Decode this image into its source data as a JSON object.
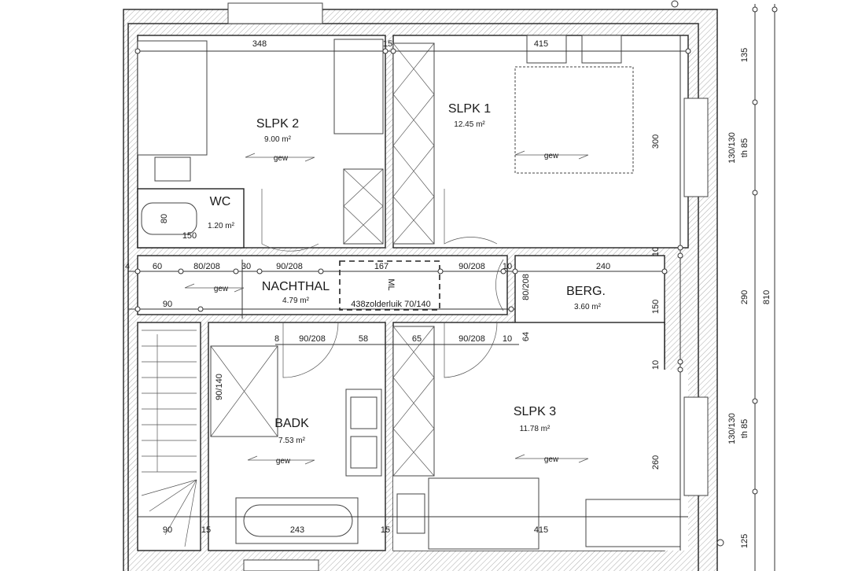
{
  "title": "Floor plan - upper floor",
  "rooms": {
    "slpk2": {
      "name": "SLPK 2",
      "area": "9.00 m²"
    },
    "slpk1": {
      "name": "SLPK 1",
      "area": "12.45 m²"
    },
    "wc": {
      "name": "WC",
      "area": "1.20 m²"
    },
    "nachthal": {
      "name": "NACHTHAL",
      "area": "4.79 m²"
    },
    "berg": {
      "name": "BERG.",
      "area": "3.60 m²"
    },
    "badk": {
      "name": "BADK",
      "area": "7.53 m²"
    },
    "slpk3": {
      "name": "SLPK 3",
      "area": "11.78 m²"
    }
  },
  "floor_label": "gew",
  "hatch_label": "438zolderluik 70/140",
  "ml_label": "ML",
  "dimensions": {
    "top": [
      "348",
      "15",
      "415"
    ],
    "hall_top": [
      "4",
      "60",
      "80/208",
      "30",
      "90/208",
      "167",
      "90/208",
      "10",
      "240"
    ],
    "hall_left": "90",
    "berg_door": "80/208",
    "hall_bottom": [
      "8",
      "90/208",
      "58",
      "65",
      "90/208",
      "10",
      "64"
    ],
    "wc": [
      "80",
      "150"
    ],
    "shower": "90/140",
    "bath": "243",
    "bottom": [
      "90",
      "15",
      "15",
      "415"
    ],
    "inner_right": [
      "300",
      "10",
      "150",
      "10",
      "260"
    ],
    "outer_right": [
      "135",
      "130/130",
      "th 85",
      "290",
      "130/130",
      "th 85",
      "125"
    ],
    "total": "810"
  }
}
